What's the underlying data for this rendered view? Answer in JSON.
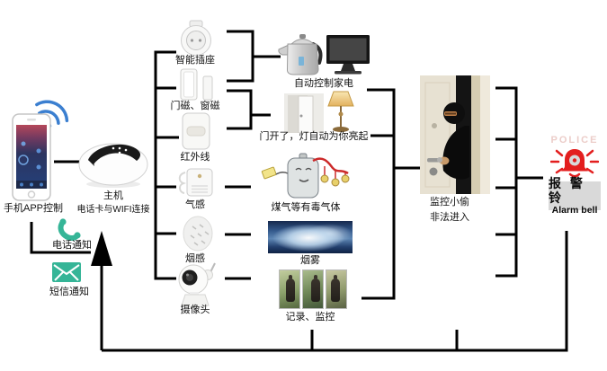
{
  "left_panel": {
    "phone_app_label": "手机APP控制",
    "hub_name": "主机",
    "hub_connection": "电话卡与WIFI连接",
    "call_notification": "电话通知",
    "sms_notification": "短信通知"
  },
  "sensors": [
    {
      "id": "smart-socket",
      "label": "智能插座"
    },
    {
      "id": "door-window-magnet",
      "label": "门磁、窗磁"
    },
    {
      "id": "infrared",
      "label": "红外线"
    },
    {
      "id": "gas-sensor",
      "label": "气感"
    },
    {
      "id": "smoke-sensor",
      "label": "烟感"
    },
    {
      "id": "camera",
      "label": "摄像头"
    }
  ],
  "results": [
    {
      "id": "auto-appliances",
      "label": "自动控制家电"
    },
    {
      "id": "door-light",
      "label": "门开了，灯自动为你亮起"
    },
    {
      "id": "toxic-gas",
      "label": "煤气等有毒气体"
    },
    {
      "id": "smoke-cloud",
      "label": "烟雾"
    },
    {
      "id": "record-monitor",
      "label": "记录、监控"
    }
  ],
  "intruder": {
    "line1": "监控小偷",
    "line2": "非法进入"
  },
  "alarm_bell": {
    "police_text": "POLICE",
    "name_cn": "报 警 铃",
    "name_en": "Alarm bell"
  },
  "icons": [
    "wifi-icon",
    "smartphone-icon",
    "hub-icon",
    "handset-icon",
    "envelope-icon",
    "up-arrow-icon",
    "smart-socket-icon",
    "door-sensor-icon",
    "pir-sensor-icon",
    "gas-sensor-icon",
    "smoke-sensor-icon",
    "camera-icon",
    "kettle-icon",
    "tv-icon",
    "open-door-icon",
    "floor-lamp-icon",
    "gas-cylinder-icon",
    "smoke-cloud-image",
    "surveillance-photos",
    "burglar-photo",
    "alarm-bell-icon"
  ],
  "colors": {
    "accent_green": "#35b597",
    "wifi_blue": "#3b7fd0",
    "alarm_red": "#e31e1e",
    "line_black": "#000000",
    "label_bg_gray": "#d9d9d9"
  }
}
